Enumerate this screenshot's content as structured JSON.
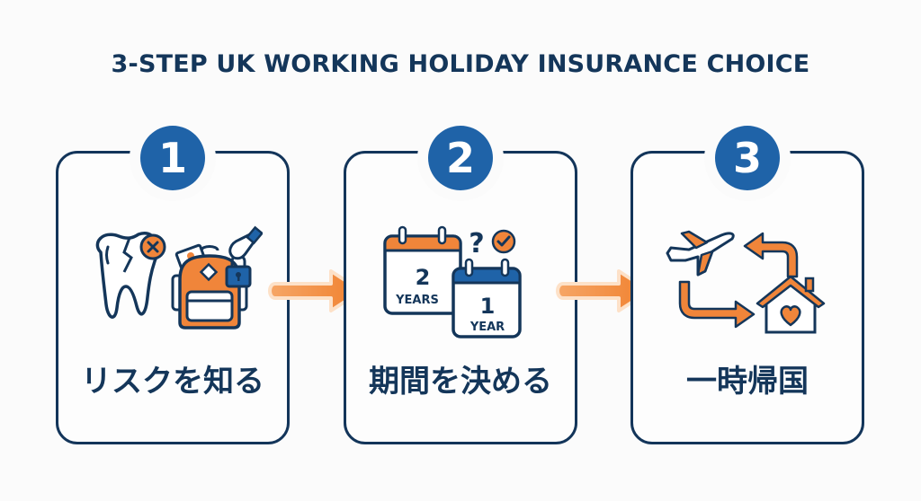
{
  "title": "3-STEP UK WORKING HOLIDAY INSURANCE CHOICE",
  "colors": {
    "navy": "#14365a",
    "badge_blue": "#1f63a8",
    "orange": "#f0853a",
    "background": "#fbfbfb"
  },
  "steps": [
    {
      "number": "1",
      "label": "リスクを知る",
      "icons": [
        "broken-tooth-icon",
        "x-circle-icon",
        "backpack-icon",
        "cash-icon",
        "padlock-icon",
        "hand-icon"
      ]
    },
    {
      "number": "2",
      "label": "期間を決める",
      "icons": [
        "calendar-icon",
        "question-mark-icon",
        "check-circle-icon"
      ],
      "calendar_options": [
        {
          "number": "2",
          "unit": "YEARS"
        },
        {
          "number": "1",
          "unit": "YEAR"
        }
      ],
      "question_mark": "?"
    },
    {
      "number": "3",
      "label": "一時帰国",
      "icons": [
        "airplane-icon",
        "cycle-arrows-icon",
        "home-heart-icon"
      ]
    }
  ],
  "connectors": [
    "arrow-right-icon",
    "arrow-right-icon"
  ]
}
